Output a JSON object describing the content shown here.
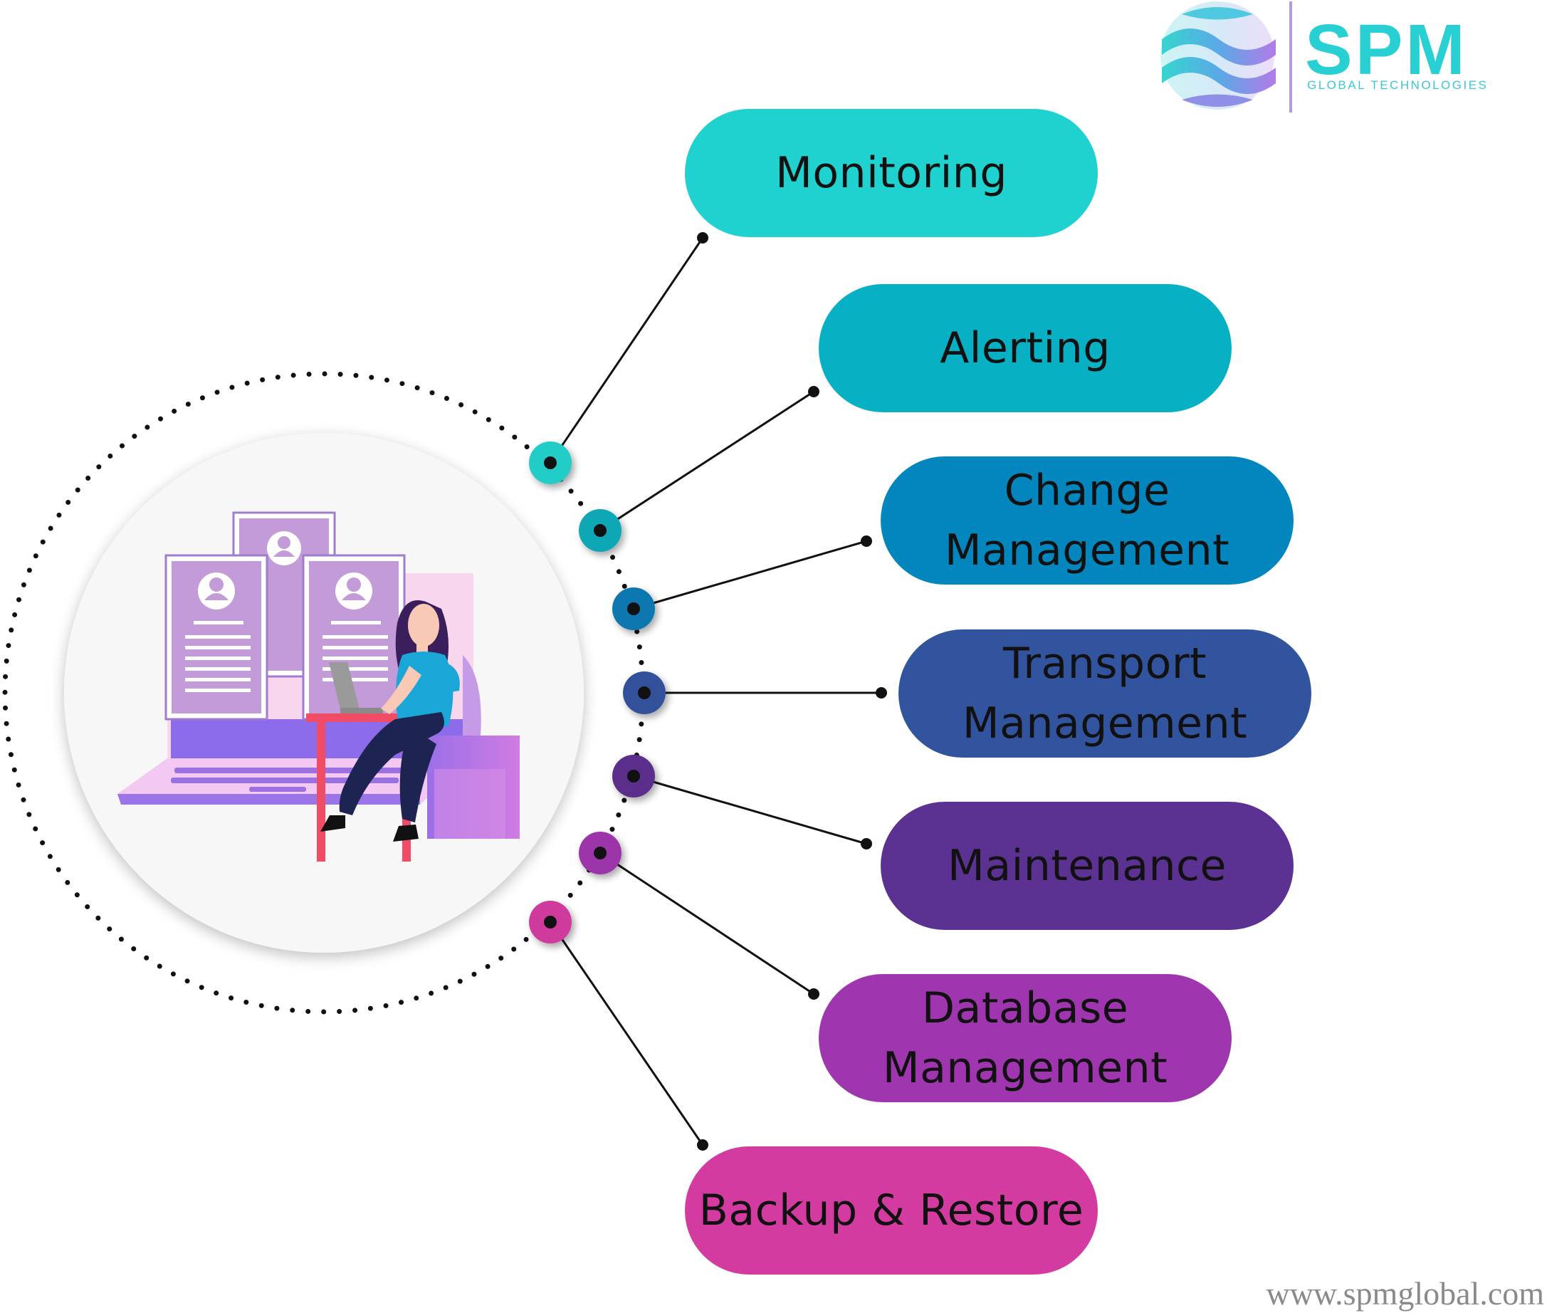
{
  "brand": {
    "name": "SPM",
    "tagline": "GLOBAL TECHNOLOGIES",
    "website": "www.spmglobal.com"
  },
  "services": [
    {
      "lines": [
        "Monitoring"
      ],
      "color": "#1fd1cf",
      "node_color": "#20cdc8"
    },
    {
      "lines": [
        "Alerting"
      ],
      "color": "#07b0c2",
      "node_color": "#0aa7b6"
    },
    {
      "lines": [
        "Change",
        "Management"
      ],
      "color": "#0385be",
      "node_color": "#0a78b0"
    },
    {
      "lines": [
        "Transport",
        "Management"
      ],
      "color": "#32539e",
      "node_color": "#31519a"
    },
    {
      "lines": [
        "Maintenance"
      ],
      "color": "#5b3291",
      "node_color": "#5a2f8a"
    },
    {
      "lines": [
        "Database",
        "Management"
      ],
      "color": "#a035b0",
      "node_color": "#9c34aa"
    },
    {
      "lines": [
        "Backup & Restore"
      ],
      "color": "#d43ba0",
      "node_color": "#cf3a9c"
    }
  ],
  "center_illustration": "person-working-at-laptop-with-profile-cards"
}
